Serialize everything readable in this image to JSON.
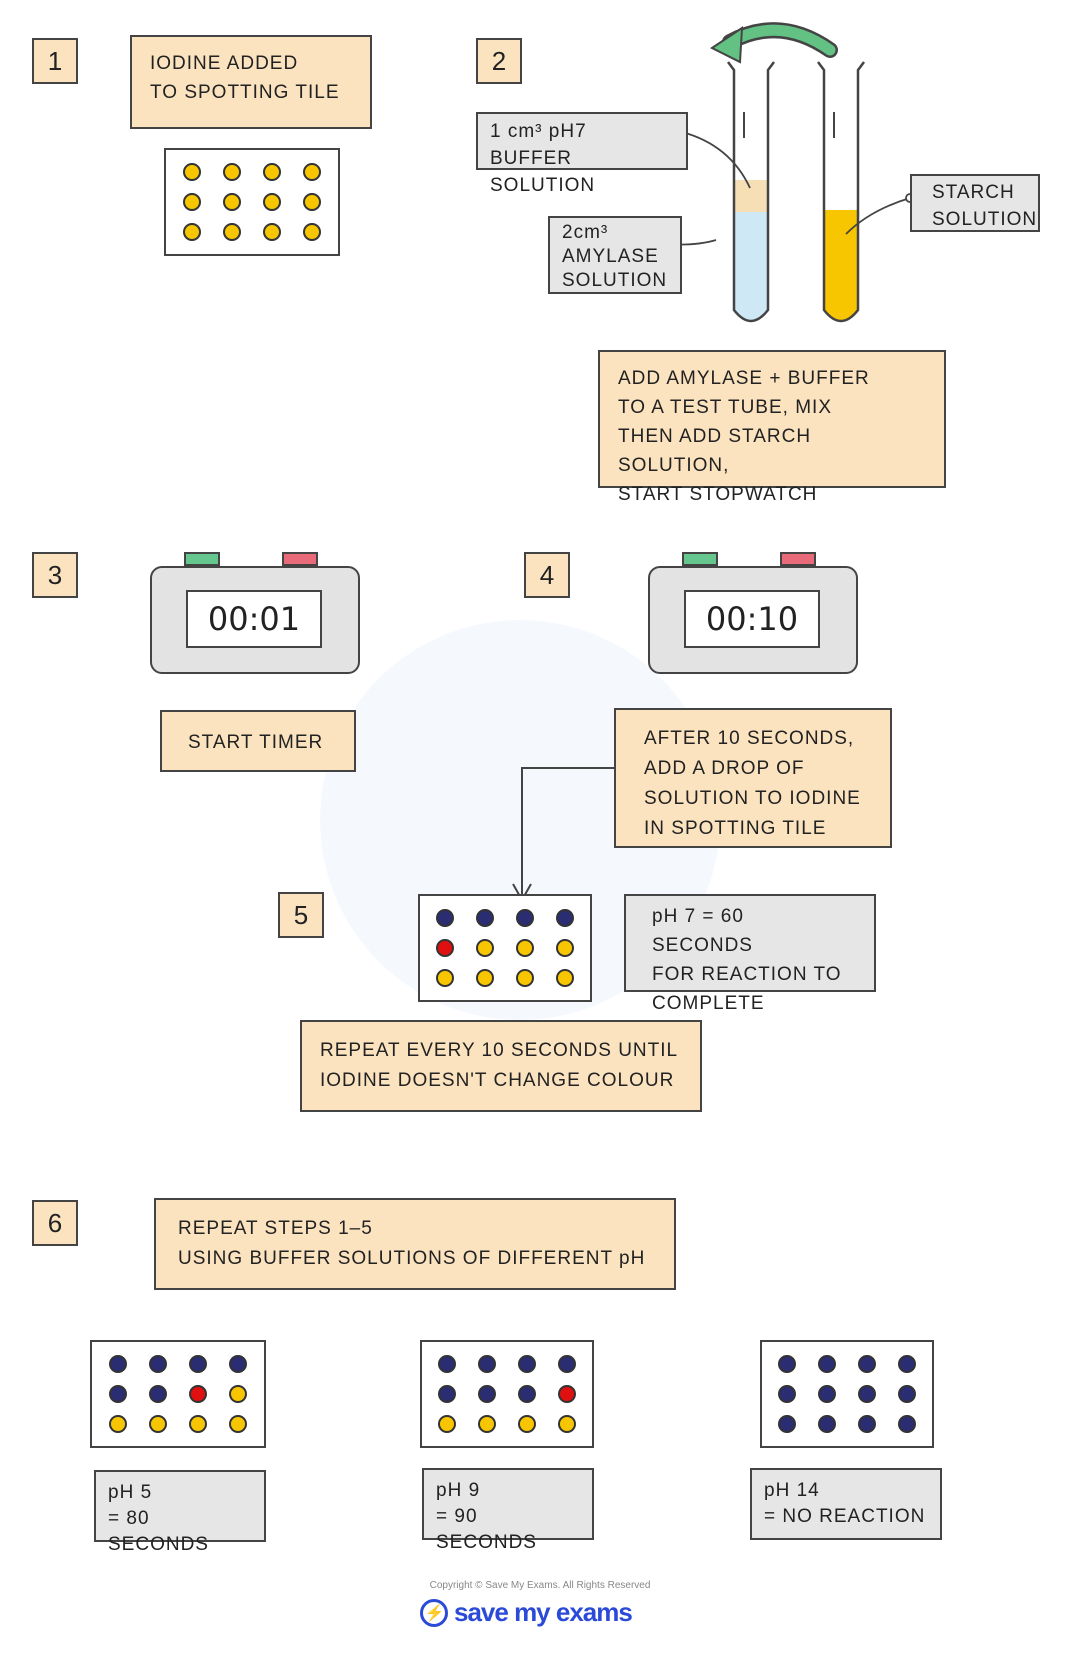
{
  "steps": [
    "1",
    "2",
    "3",
    "4",
    "5",
    "6"
  ],
  "step1": {
    "note": "IODINE  ADDED\nTO  SPOTTING  TILE",
    "tile": [
      "y",
      "y",
      "y",
      "y",
      "y",
      "y",
      "y",
      "y",
      "y",
      "y",
      "y",
      "y"
    ]
  },
  "step2": {
    "buffer_label": "1 cm³  pH7\nBUFFER  SOLUTION",
    "amylase_label": "2cm³\nAMYLASE\nSOLUTION",
    "starch_label": "STARCH\nSOLUTION",
    "note": "ADD  AMYLASE  +  BUFFER\nTO  A  TEST  TUBE, MIX\nTHEN  ADD  STARCH  SOLUTION,\nSTART   STOPWATCH",
    "colors": {
      "buffer": "#f6dfb4",
      "amylase": "#cfe8f6",
      "starch": "#f7c600",
      "arrow": "#63c184"
    }
  },
  "step3": {
    "timer": "00:01",
    "note": "START  TIMER"
  },
  "step4": {
    "timer": "00:10",
    "note": "AFTER  10  SECONDS,\nADD  A  DROP  OF\nSOLUTION  TO  IODINE\nIN  SPOTTING  TILE"
  },
  "step5": {
    "tile": [
      "b",
      "b",
      "b",
      "b",
      "r",
      "y",
      "y",
      "y",
      "y",
      "y",
      "y",
      "y"
    ],
    "result_note": "pH 7 = 60   SECONDS\nFOR  REACTION  TO\nCOMPLETE",
    "note": "REPEAT   EVERY  10  SECONDS  UNTIL\nIODINE   DOESN'T  CHANGE  COLOUR"
  },
  "step6": {
    "note": "REPEAT   STEPS  1–5\nUSING  BUFFER  SOLUTIONS  OF  DIFFERENT  pH",
    "results": [
      {
        "tile": [
          "b",
          "b",
          "b",
          "b",
          "b",
          "b",
          "r",
          "y",
          "y",
          "y",
          "y",
          "y"
        ],
        "label": "pH 5\n= 80  SECONDS"
      },
      {
        "tile": [
          "b",
          "b",
          "b",
          "b",
          "b",
          "b",
          "b",
          "r",
          "y",
          "y",
          "y",
          "y"
        ],
        "label": "pH 9\n= 90  SECONDS"
      },
      {
        "tile": [
          "b",
          "b",
          "b",
          "b",
          "b",
          "b",
          "b",
          "b",
          "b",
          "b",
          "b",
          "b"
        ],
        "label": "pH 14\n= NO   REACTION"
      }
    ]
  },
  "footer": {
    "copyright": "Copyright © Save My Exams. All Rights Reserved",
    "brand": "save my exams"
  },
  "colors": {
    "note_fill": "#fbe3c0",
    "gray_fill": "#e6e6e6",
    "yellow": "#f7c600",
    "navy": "#2b2d73",
    "red": "#e01010"
  }
}
